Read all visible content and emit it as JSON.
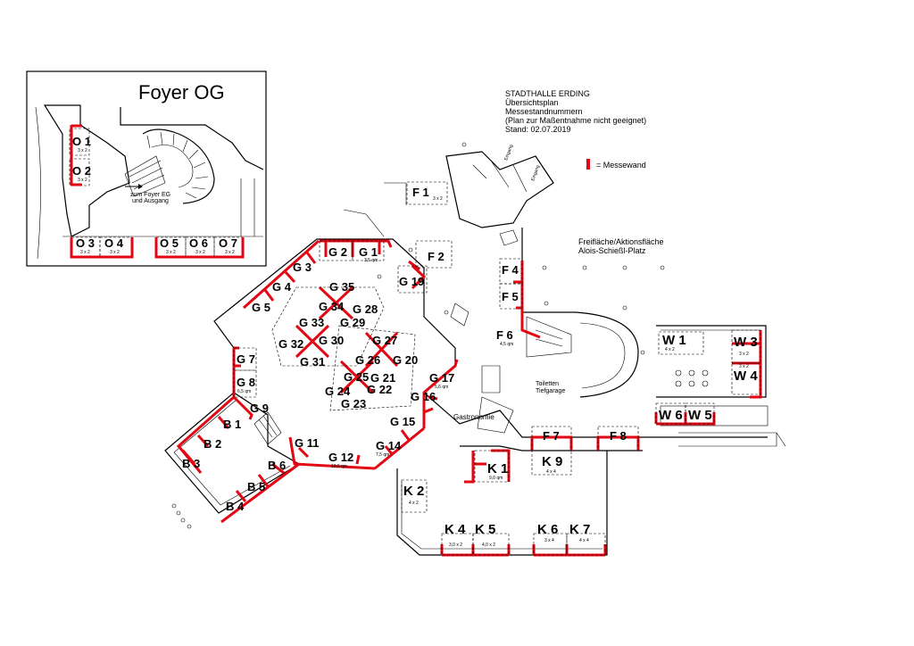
{
  "header": {
    "line1": "STADTHALLE ERDING",
    "line2": "Übersichtsplan",
    "line3": "Messestandnummern",
    "line4": "(Plan zur Maßentnahme nicht geeignet)",
    "line5": "Stand: 02.07.2019"
  },
  "legend": {
    "label": "= Messewand",
    "color": "#e30613"
  },
  "foyer": {
    "title": "Foyer OG",
    "arrow_text1": "zum Foyer EG",
    "arrow_text2": "und Ausgang",
    "booths": [
      {
        "id": "O 1",
        "size": "3 x 2"
      },
      {
        "id": "O 2",
        "size": "3 x 2"
      },
      {
        "id": "O 3",
        "size": "3 x 2"
      },
      {
        "id": "O 4",
        "size": "3 x 2"
      },
      {
        "id": "O 5",
        "size": "3 x 2"
      },
      {
        "id": "O 6",
        "size": "3 x 2"
      },
      {
        "id": "O 7",
        "size": "3 x 2"
      }
    ]
  },
  "areas": {
    "freiflaeche1": "Freifläche/Aktionsfläche",
    "freiflaeche2": "Alois-Schießl-Platz",
    "toiletten": "Toiletten",
    "tiefgarage": "Tiefgarage",
    "gastronomie": "Gastronomie",
    "eingang": "Eingang"
  },
  "booths": {
    "F1": "F 1",
    "F1_size": "3 x 2",
    "F2": "F 2",
    "F4": "F 4",
    "F5": "F 5",
    "F6": "F 6",
    "F6_size": "4,5 qm",
    "F7": "F 7",
    "F8": "F 8",
    "G1": "G 1",
    "G1_size": "3,5 qm",
    "G2": "G 2",
    "G3": "G 3",
    "G4": "G 4",
    "G5": "G 5",
    "G7": "G 7",
    "G8": "G 8",
    "G8_size": "6,5 qm",
    "G9": "G 9",
    "G11": "G 11",
    "G12": "G 12",
    "G12_size": "10,5 qm",
    "G14": "G 14",
    "G14_size": "7,5 qm",
    "G15": "G 15",
    "G16": "G 16",
    "G17": "G 17",
    "G17_size": "5,6 qm",
    "G19": "G 19",
    "G20": "G 20",
    "G21": "G 21",
    "G22": "G 22",
    "G23": "G 23",
    "G24": "G 24",
    "G25": "G 25",
    "G26": "G 26",
    "G27": "G 27",
    "G28": "G 28",
    "G29": "G 29",
    "G30": "G 30",
    "G31": "G 31",
    "G32": "G 32",
    "G33": "G 33",
    "G34": "G 34",
    "G35": "G 35",
    "B1": "B 1",
    "B2": "B 2",
    "B3": "B 3",
    "B4": "B 4",
    "B5": "B 5",
    "B6": "B 6",
    "K1": "K 1",
    "K1_size": "9,0 qm",
    "K2": "K 2",
    "K2_size": "4 x 2",
    "K4": "K 4",
    "K4_size": "3,0 x 2",
    "K5": "K 5",
    "K5_size": "4,0 x 2",
    "K6": "K 6",
    "K6_size": "3 x 4",
    "K7": "K 7",
    "K7_size": "4 x 4",
    "K9": "K 9",
    "K9_size": "4 x 4",
    "W1": "W 1",
    "W1_size": "4 x 2",
    "W3": "W 3",
    "W3_size": "3 x 2",
    "W4": "W 4",
    "W4_size": "3 x 2",
    "W5": "W 5",
    "W6": "W 6"
  }
}
